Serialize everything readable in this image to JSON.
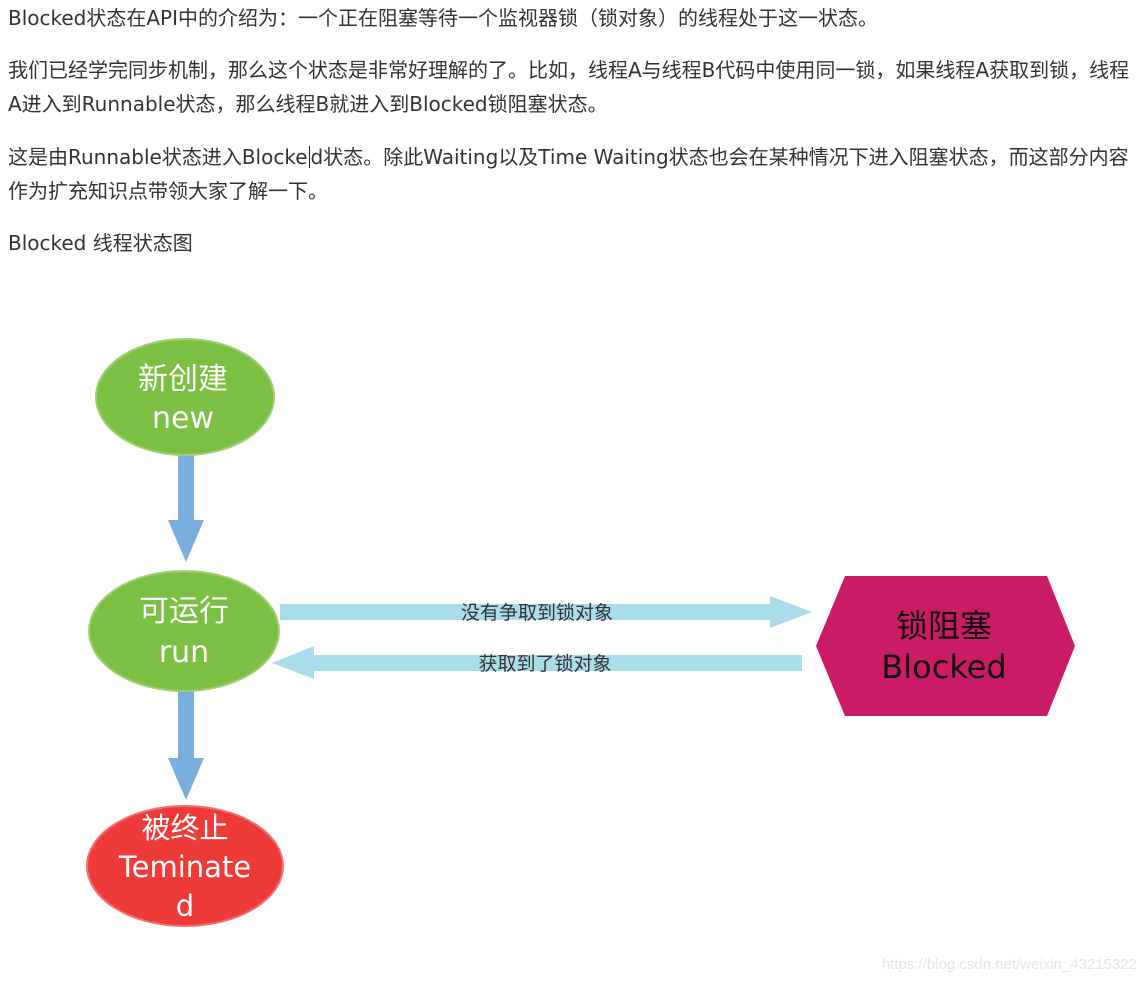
{
  "article": {
    "p1": "Blocked状态在API中的介绍为：一个正在阻塞等待一个监视器锁（锁对象）的线程处于这一状态。",
    "p2": "我们已经学完同步机制，那么这个状态是非常好理解的了。比如，线程A与线程B代码中使用同一锁，如果线程A获取到锁，线程A进入到Runnable状态，那么线程B就进入到Blocked锁阻塞状态。",
    "p3_before_caret": "这是由Runnable状态进入Blocke",
    "p3_after_caret": "d状态。除此Waiting以及Time Waiting状态也会在某种情况下进入阻塞状态，而这部分内容作为扩充知识点带领大家了解一下。",
    "p4": "Blocked 线程状态图"
  },
  "diagram": {
    "nodes": {
      "new": {
        "line1": "新创建",
        "line2": "new",
        "color": "#7bc043"
      },
      "run": {
        "line1": "可运行",
        "line2": "run",
        "color": "#7bc043"
      },
      "blocked": {
        "line1": "锁阻塞",
        "line2": "Blocked",
        "color": "#cc1b66"
      },
      "terminated": {
        "line1": "被终止",
        "line2": "Teminate",
        "line3": "d",
        "color": "#ef3a3a"
      }
    },
    "edges": {
      "to_blocked": "没有争取到锁对象",
      "to_run": "获取到了锁对象"
    },
    "colors": {
      "vertical_arrow": "#7aaedf",
      "horizontal_arrow": "#a8dde9"
    }
  },
  "watermark": "https://blog.csdn.net/weixin_43215322"
}
